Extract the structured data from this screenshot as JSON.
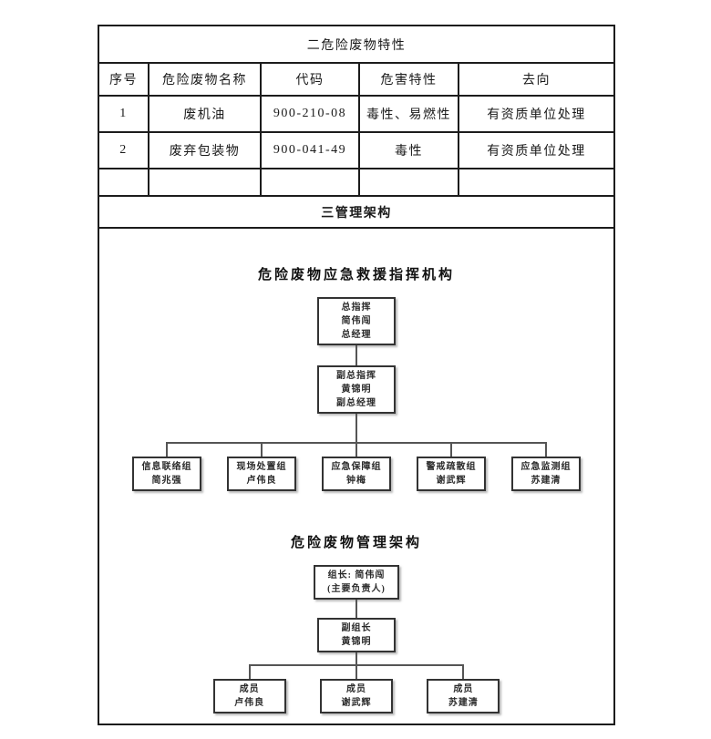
{
  "table": {
    "title": "二危险废物特性",
    "headers": [
      "序号",
      "危险废物名称",
      "代码",
      "危害特性",
      "去向"
    ],
    "rows": [
      [
        "1",
        "废机油",
        "900-210-08",
        "毒性、易燃性",
        "有资质单位处理"
      ],
      [
        "2",
        "废弃包装物",
        "900-041-49",
        "毒性",
        "有资质单位处理"
      ],
      [
        "",
        "",
        "",
        "",
        ""
      ]
    ]
  },
  "section_title": "三管理架构",
  "chart1": {
    "title": "危险废物应急救援指挥机构",
    "level1": [
      "总指挥",
      "简伟闯",
      "总经理"
    ],
    "level2": [
      "副总指挥",
      "黄锦明",
      "副总经理"
    ],
    "groups": [
      [
        "信息联络组",
        "简兆强"
      ],
      [
        "现场处置组",
        "卢伟良"
      ],
      [
        "应急保障组",
        "钟梅"
      ],
      [
        "警戒疏散组",
        "谢武辉"
      ],
      [
        "应急监测组",
        "苏建清"
      ]
    ]
  },
  "chart2": {
    "title": "危险废物管理架构",
    "leader": [
      "组长: 简伟闯",
      "(主要负责人)"
    ],
    "deputy": [
      "副组长",
      "黄锦明"
    ],
    "members": [
      [
        "成员",
        "卢伟良"
      ],
      [
        "成员",
        "谢武辉"
      ],
      [
        "成员",
        "苏建清"
      ]
    ]
  },
  "colors": {
    "border": "#1c1c1c",
    "line": "#555555",
    "background": "#ffffff"
  }
}
